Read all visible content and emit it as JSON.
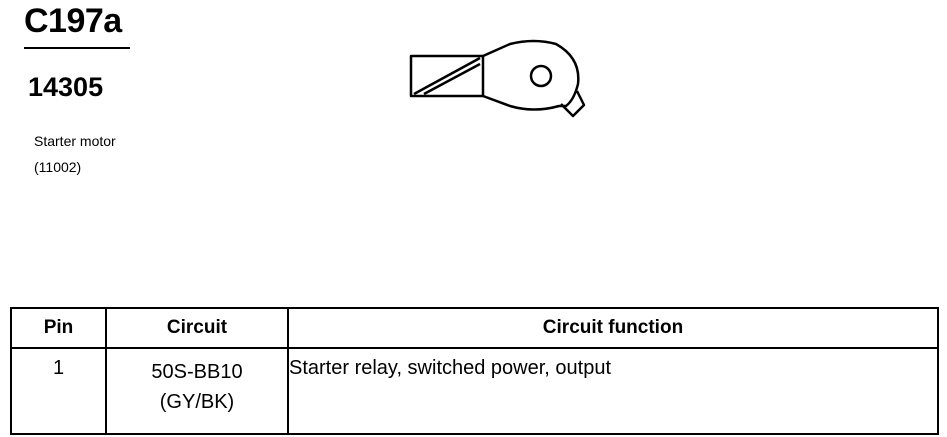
{
  "connector": {
    "id": "C197a",
    "part_number": "14305",
    "component_name": "Starter motor",
    "component_code": "(11002)"
  },
  "table": {
    "headers": [
      "Pin",
      "Circuit",
      "Circuit function"
    ],
    "rows": [
      {
        "pin": "1",
        "circuit": "50S-BB10",
        "circuit_color": "(GY/BK)",
        "function": "Starter relay, switched power, output"
      }
    ]
  }
}
